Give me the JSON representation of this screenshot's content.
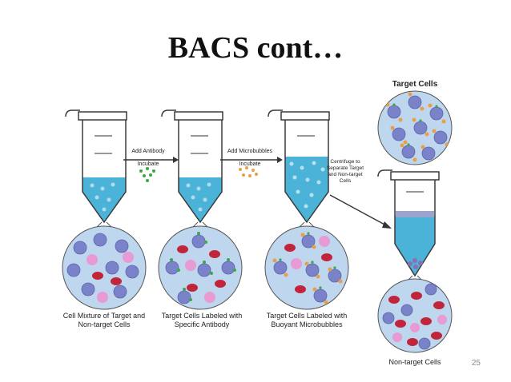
{
  "slide": {
    "title": "BACS cont…",
    "page_number": "25"
  },
  "steps": [
    {
      "arrow_label_1": "Add Antibody",
      "arrow_label_2": "Incubate"
    },
    {
      "arrow_label_1": "Add Microbubbles",
      "arrow_label_2": "Incubate"
    },
    {
      "arrow_label_1": "Centrifuge to",
      "arrow_label_2": "Separate Target",
      "arrow_label_3": "and Non-target",
      "arrow_label_4": "Cells"
    }
  ],
  "captions": {
    "mixture_1": "Cell Mixture of Target and",
    "mixture_2": "Non-target Cells",
    "antibody_1": "Target Cells Labeled with",
    "antibody_2": "Specific Antibody",
    "bubbles_1": "Target Cells Labeled with",
    "bubbles_2": "Buoyant Microbubbles",
    "target": "Target Cells",
    "nontarget": "Non-target Cells"
  },
  "colors": {
    "liquid": "#4bb3d8",
    "circle_fill": "#bfd6ef",
    "target_cell": "#7a83c9",
    "nontarget_cell": "#c0253a",
    "pink_cell": "#e79ad4",
    "antibody": "#3aa844",
    "microbubble": "#e6a04a",
    "tube_outline": "#3b3b3b"
  }
}
